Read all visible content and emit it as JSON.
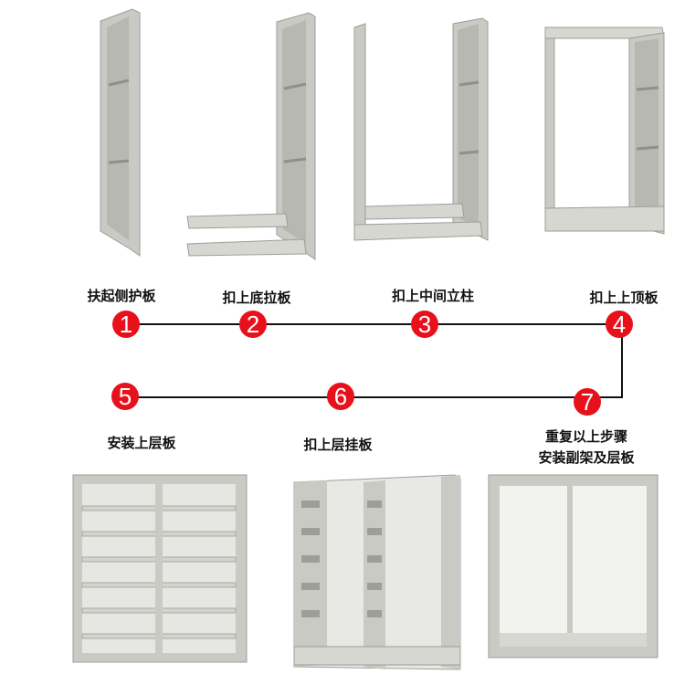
{
  "title": "Shelf assembly steps",
  "steps": [
    {
      "number": "1",
      "label": "扶起侧护板"
    },
    {
      "number": "2",
      "label": "扣上底拉板"
    },
    {
      "number": "3",
      "label": "扣上中间立柱"
    },
    {
      "number": "4",
      "label": "扣上上顶板"
    },
    {
      "number": "5",
      "label": "安装上层板"
    },
    {
      "number": "6",
      "label": "扣上层挂板"
    },
    {
      "number": "7",
      "label_line1": "重复以上步骤",
      "label_line2": "安装副架及层板"
    }
  ],
  "colors": {
    "step_circle": "#e8111b",
    "frame": "#cfcfc9",
    "frame_dark": "#a9aaa4",
    "connector": "#111111"
  }
}
